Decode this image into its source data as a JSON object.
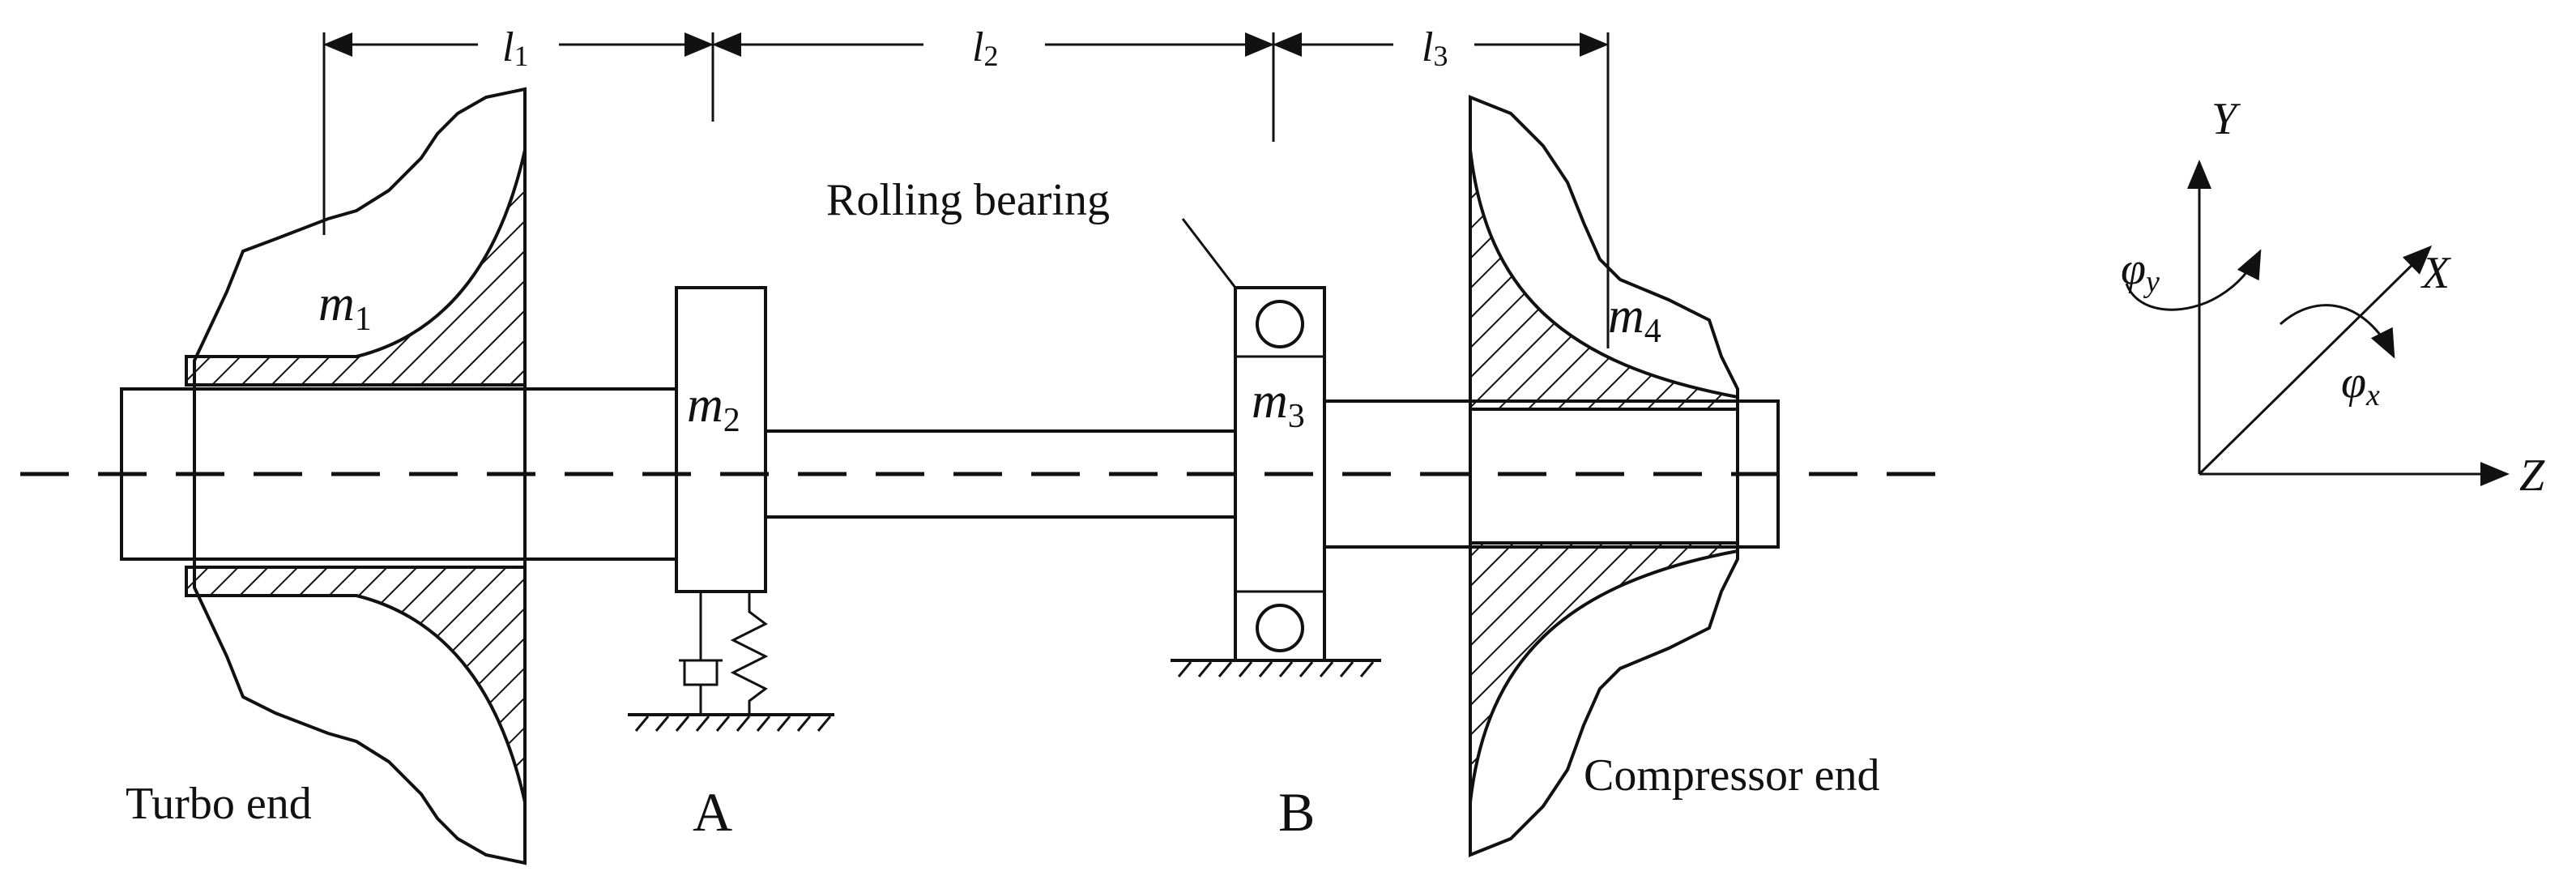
{
  "dimensions": {
    "l1": {
      "base": "l",
      "sub": "1"
    },
    "l2": {
      "base": "l",
      "sub": "2"
    },
    "l3": {
      "base": "l",
      "sub": "3"
    }
  },
  "masses": {
    "m1": {
      "base": "m",
      "sub": "1"
    },
    "m2": {
      "base": "m",
      "sub": "2"
    },
    "m3": {
      "base": "m",
      "sub": "3"
    },
    "m4": {
      "base": "m",
      "sub": "4"
    }
  },
  "labels": {
    "rolling_bearing": "Rolling bearing",
    "turbo_end": "Turbo end",
    "compressor_end": "Compressor end",
    "support_a": "A",
    "support_b": "B"
  },
  "axes": {
    "y": "Y",
    "x": "X",
    "z": "Z",
    "phi_y": {
      "base": "φ",
      "sub": "y"
    },
    "phi_x": {
      "base": "φ",
      "sub": "x"
    }
  },
  "colors": {
    "ink": "#111111",
    "background": "#ffffff"
  }
}
